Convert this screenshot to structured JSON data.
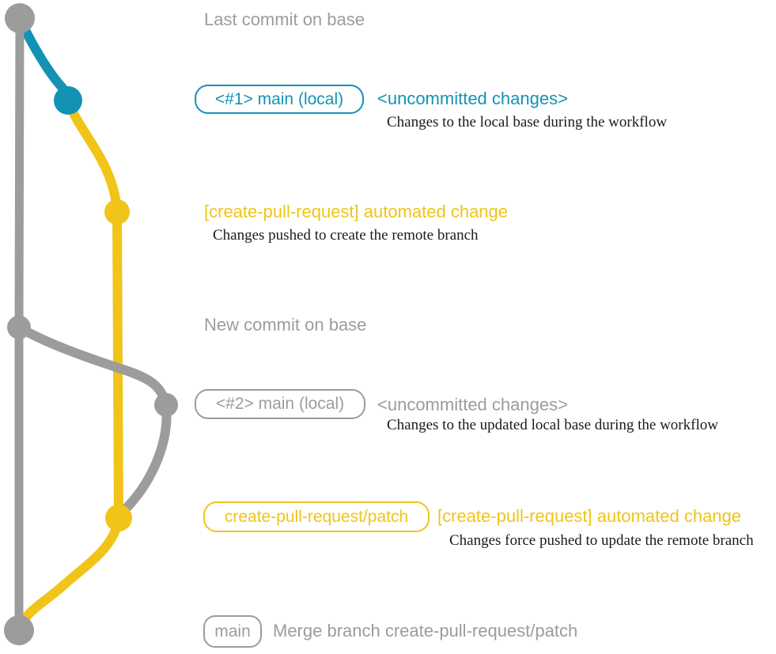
{
  "colors": {
    "gray": "#9C9C9C",
    "teal": "#1492B4",
    "yellow": "#F0C419",
    "ink": "#1B1B1B",
    "background": "#FFFFFF"
  },
  "sections": {
    "base_tip": {
      "label": "Last commit on base"
    },
    "local_commit_1": {
      "badge": "<#1> main (local)",
      "status": "<uncommitted changes>",
      "note": "Changes to the local base during the workflow"
    },
    "push_1": {
      "title": "[create-pull-request] automated change",
      "note": "Changes pushed to create the remote branch"
    },
    "base_new": {
      "label": "New commit on base"
    },
    "local_commit_2": {
      "badge": "<#2> main (local)",
      "status": "<uncommitted changes>",
      "note": "Changes to the updated local base during the workflow"
    },
    "push_2": {
      "badge": "create-pull-request/patch",
      "title": "[create-pull-request] automated change",
      "note": "Changes force pushed to update the remote branch"
    },
    "merge_commit": {
      "badge": "main",
      "label": "Merge branch create-pull-request/patch"
    }
  },
  "graph": {
    "branches": [
      {
        "name": "base",
        "color_key": "gray"
      },
      {
        "name": "main (local)",
        "color_key": "teal"
      },
      {
        "name": "create-pull-request/patch",
        "color_key": "yellow"
      }
    ],
    "commits": [
      {
        "name": "last-commit-on-base",
        "color_key": "gray"
      },
      {
        "name": "uncommitted-changes-1",
        "color_key": "teal"
      },
      {
        "name": "automated-change-1",
        "color_key": "yellow"
      },
      {
        "name": "new-commit-on-base",
        "color_key": "gray"
      },
      {
        "name": "uncommitted-changes-2",
        "color_key": "gray"
      },
      {
        "name": "automated-change-2",
        "color_key": "yellow"
      },
      {
        "name": "merge-commit",
        "color_key": "gray"
      }
    ]
  }
}
